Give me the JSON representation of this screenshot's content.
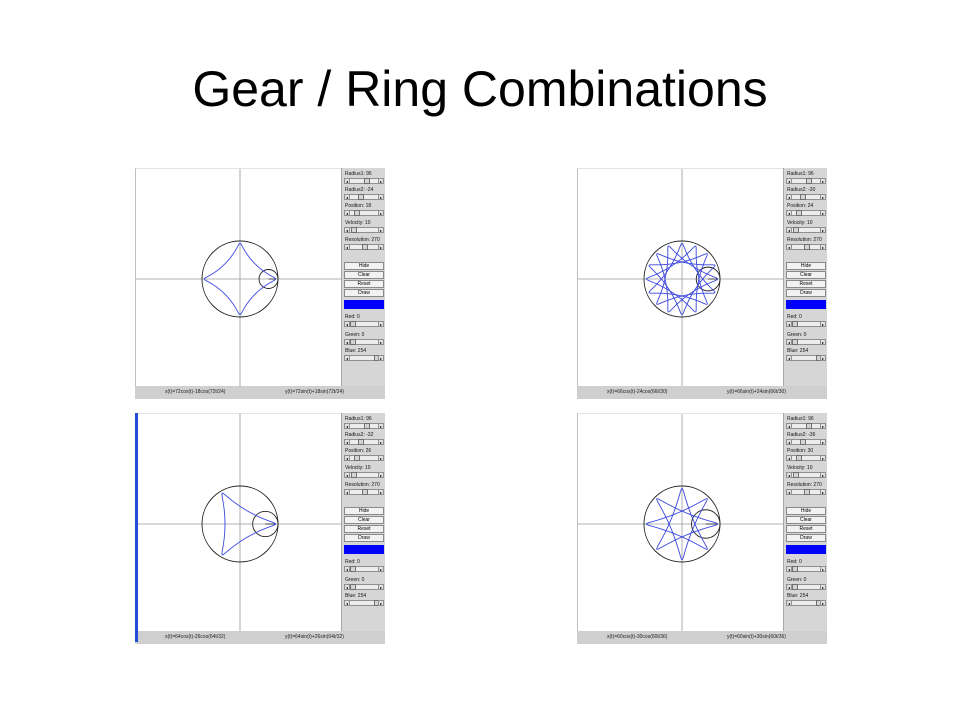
{
  "slide": {
    "title": "Gear / Ring Combinations"
  },
  "controls": {
    "hide_label": "Hide",
    "clear_label": "Clear",
    "reset_label": "Reset",
    "draw_label": "Draw",
    "left_arrow": "◂",
    "right_arrow": "▸"
  },
  "colors": {
    "curve": "#3a46e0",
    "swatch": "#0000fe",
    "gear": "#222222",
    "axis": "#999999"
  },
  "panels": [
    {
      "labels": {
        "radius1": "Radius1: 96",
        "radius2": "Radius2: -24",
        "position": "Position: 18",
        "velocity": "Velocity: 10",
        "resolution": "Resolution: 270",
        "red": "Red: 0",
        "green": "Green: 0",
        "blue": "Blue: 254"
      },
      "values": {
        "radius1": 96,
        "radius2": -24,
        "position": 18,
        "velocity": 10,
        "resolution": 270,
        "red": 0,
        "green": 0,
        "blue": 254
      },
      "formula_x": "x(t)=72cos(t)-18cos(72t/24)",
      "formula_y": "y(t)=72sin(t)+18sin(72t/24)"
    },
    {
      "labels": {
        "radius1": "Radius1: 96",
        "radius2": "Radius2: -30",
        "position": "Position: 24",
        "velocity": "Velocity: 10",
        "resolution": "Resolution: 270",
        "red": "Red: 0",
        "green": "Green: 0",
        "blue": "Blue: 254"
      },
      "values": {
        "radius1": 96,
        "radius2": -30,
        "position": 24,
        "velocity": 10,
        "resolution": 270,
        "red": 0,
        "green": 0,
        "blue": 254
      },
      "formula_x": "x(t)=66cos(t)-24cos(66t/30)",
      "formula_y": "y(t)=66sin(t)+24sin(66t/30)"
    },
    {
      "labels": {
        "radius1": "Radius1: 96",
        "radius2": "Radius2: -32",
        "position": "Position: 26",
        "velocity": "Velocity: 10",
        "resolution": "Resolution: 270",
        "red": "Red: 0",
        "green": "Green: 0",
        "blue": "Blue: 254"
      },
      "values": {
        "radius1": 96,
        "radius2": -32,
        "position": 26,
        "velocity": 10,
        "resolution": 270,
        "red": 0,
        "green": 0,
        "blue": 254
      },
      "formula_x": "x(t)=64cos(t)-26cos(64t/32)",
      "formula_y": "y(t)=64sin(t)+26sin(64t/32)"
    },
    {
      "labels": {
        "radius1": "Radius1: 96",
        "radius2": "Radius2: -36",
        "position": "Position: 30",
        "velocity": "Velocity: 10",
        "resolution": "Resolution: 270",
        "red": "Red: 0",
        "green": "Green: 0",
        "blue": "Blue: 254"
      },
      "values": {
        "radius1": 96,
        "radius2": -36,
        "position": 30,
        "velocity": 10,
        "resolution": 270,
        "red": 0,
        "green": 0,
        "blue": 254
      },
      "formula_x": "x(t)=60cos(t)-30cos(60t/36)",
      "formula_y": "y(t)=60sin(t)+30sin(60t/36)"
    }
  ]
}
